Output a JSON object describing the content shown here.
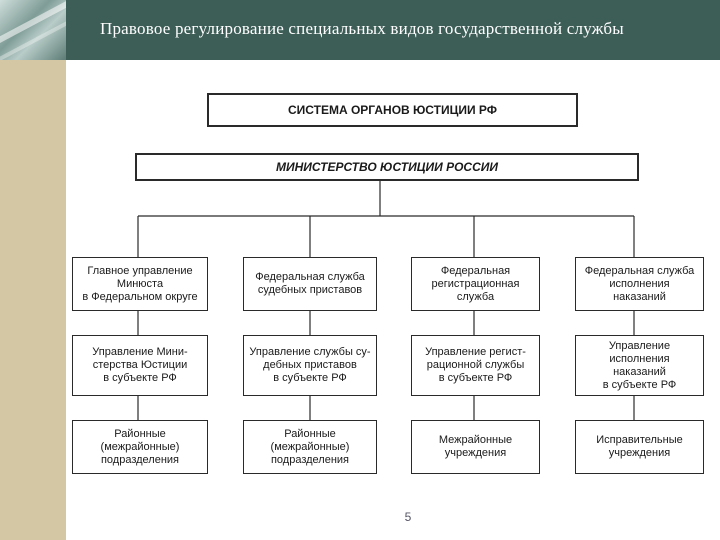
{
  "header": {
    "title": "Правовое регулирование специальных видов государственной службы"
  },
  "diagram": {
    "system_title": "СИСТЕМА ОРГАНОВ ЮСТИЦИИ РФ",
    "ministry": "МИНИСТЕРСТВО ЮСТИЦИИ РОССИИ",
    "columns": [
      {
        "level1": "Главное управление\nМинюста\nв Федеральном округе",
        "level2": "Управление Мини-\nстерства Юстиции\nв субъекте РФ",
        "level3": "Районные\n(межрайонные)\nподразделения"
      },
      {
        "level1": "Федеральная служба\nсудебных приставов",
        "level2": "Управление службы су-\nдебных приставов\nв субъекте РФ",
        "level3": "Районные\n(межрайонные)\nподразделения"
      },
      {
        "level1": "Федеральная\nрегистрационная\nслужба",
        "level2": "Управление регист-\nрационной службы\nв субъекте РФ",
        "level3": "Межрайонные\nучреждения"
      },
      {
        "level1": "Федеральная служба\nисполнения\nнаказаний",
        "level2": "Управление\nисполнения\nнаказаний\nв субъекте РФ",
        "level3": "Исправительные\nучреждения"
      }
    ]
  },
  "footer": {
    "page_number": "5"
  }
}
